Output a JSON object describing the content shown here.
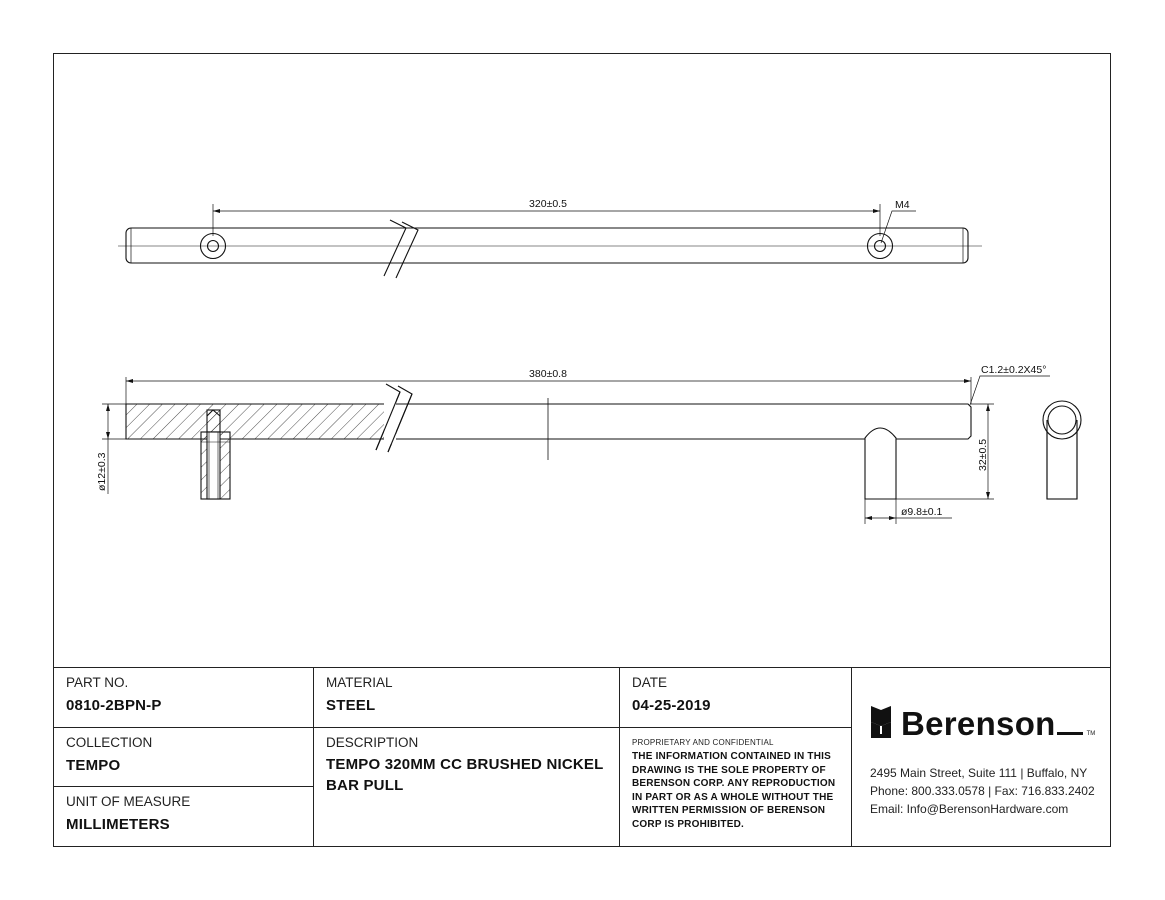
{
  "drawing": {
    "top_view": {
      "center_distance": "320±0.5",
      "thread": "M4"
    },
    "side_view": {
      "overall_length": "380±0.8",
      "chamfer": "C1.2±0.2X45°",
      "bar_diameter": "ø12±0.3",
      "projection": "32±0.5",
      "post_diameter": "ø9.8±0.1"
    }
  },
  "title_block": {
    "part_no": {
      "label": "PART NO.",
      "value": "0810-2BPN-P"
    },
    "material": {
      "label": "MATERIAL",
      "value": "STEEL"
    },
    "date": {
      "label": "DATE",
      "value": "04-25-2019"
    },
    "collection": {
      "label": "COLLECTION",
      "value": "TEMPO"
    },
    "description": {
      "label": "DESCRIPTION",
      "value": "TEMPO 320MM CC BRUSHED NICKEL BAR PULL"
    },
    "unit": {
      "label": "UNIT OF MEASURE",
      "value": "MILLIMETERS"
    },
    "proprietary": {
      "title": "PROPRIETARY AND CONFIDENTIAL",
      "lines": [
        "THE INFORMATION CONTAINED IN THIS",
        "DRAWING IS THE SOLE PROPERTY OF",
        "BERENSON CORP. ANY REPRODUCTION",
        "IN PART OR AS A WHOLE WITHOUT THE",
        "WRITTEN PERMISSION OF BERENSON",
        "CORP IS PROHIBITED."
      ]
    }
  },
  "company": {
    "name": "Berenson",
    "trademark": "TM",
    "address": "2495 Main Street, Suite 111 | Buffalo, NY",
    "phone": "Phone: 800.333.0578 | Fax: 716.833.2402",
    "email": "Email: Info@BerensonHardware.com"
  }
}
